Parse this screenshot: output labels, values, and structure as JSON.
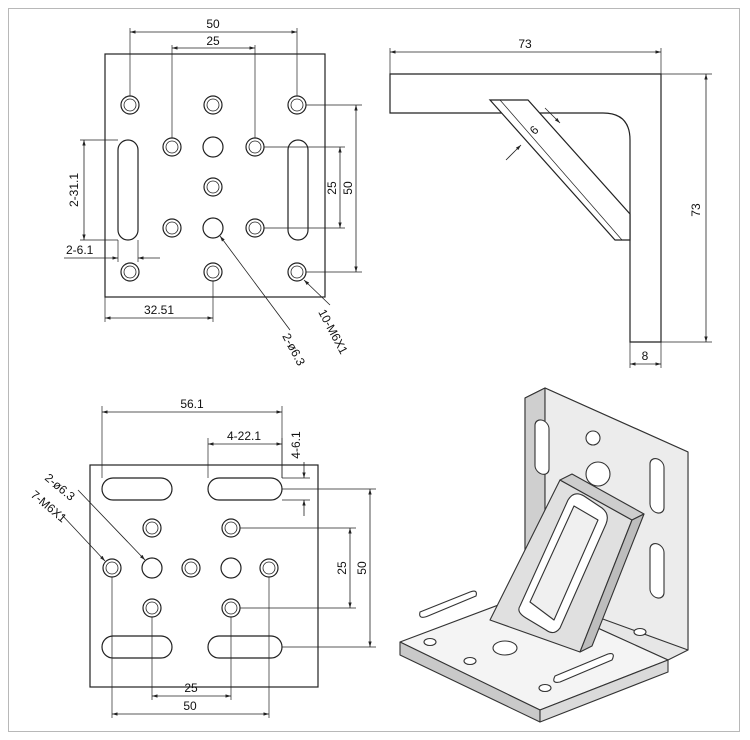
{
  "drawing": {
    "top_view": {
      "width_outer": "50",
      "width_inner": "25",
      "height_inner": "25",
      "height_outer": "50",
      "slot_length": "2-31.1",
      "slot_width": "2-6.1",
      "offset": "32.51",
      "threaded_holes": "10-M6X1",
      "through_holes": "2-ø6.3"
    },
    "side_view": {
      "width": "73",
      "height": "73",
      "rib_thickness": "6",
      "plate_thickness": "8"
    },
    "bottom_view": {
      "overall_slot_span": "56.1",
      "slot_length": "4-22.1",
      "slot_width": "4-6.1",
      "through_holes": "2-ø6.3",
      "threaded_holes": "7-M6X1",
      "height_inner": "25",
      "height_outer": "50",
      "width_inner": "25",
      "width_outer": "50"
    },
    "iso_view": {
      "icon": "angle-bracket-3d-icon"
    }
  }
}
